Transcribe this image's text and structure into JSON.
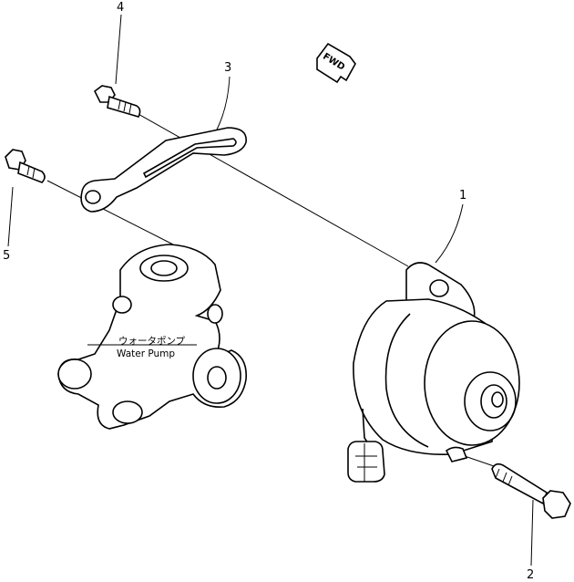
{
  "callouts": {
    "c1": "1",
    "c2": "2",
    "c3": "3",
    "c4": "4",
    "c5": "5"
  },
  "fwd_label": "FWD",
  "water_pump": {
    "label_jp": "ウォータポンプ",
    "label_en": "Water Pump"
  }
}
